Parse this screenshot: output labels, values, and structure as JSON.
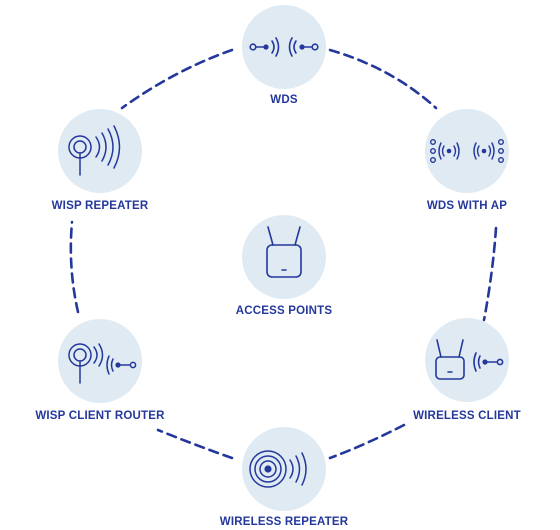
{
  "colors": {
    "accent": "#24389c",
    "node_fill": "#dfeaf3",
    "background": "#ffffff"
  },
  "modes": {
    "wds": {
      "label": "WDS",
      "icon": "wds-link-icon"
    },
    "wds_with_ap": {
      "label": "WDS WITH AP",
      "icon": "wds-with-ap-icon"
    },
    "wireless_client": {
      "label": "WIRELESS CLIENT",
      "icon": "wireless-client-icon"
    },
    "wireless_repeater": {
      "label": "WIRELESS REPEATER",
      "icon": "wireless-repeater-icon"
    },
    "wisp_client_router": {
      "label": "WISP CLIENT ROUTER",
      "icon": "wisp-client-router-icon"
    },
    "wisp_repeater": {
      "label": "WISP REPEATER",
      "icon": "wisp-repeater-icon"
    },
    "access_points": {
      "label": "ACCESS POINTS",
      "icon": "access-point-router-icon"
    }
  }
}
